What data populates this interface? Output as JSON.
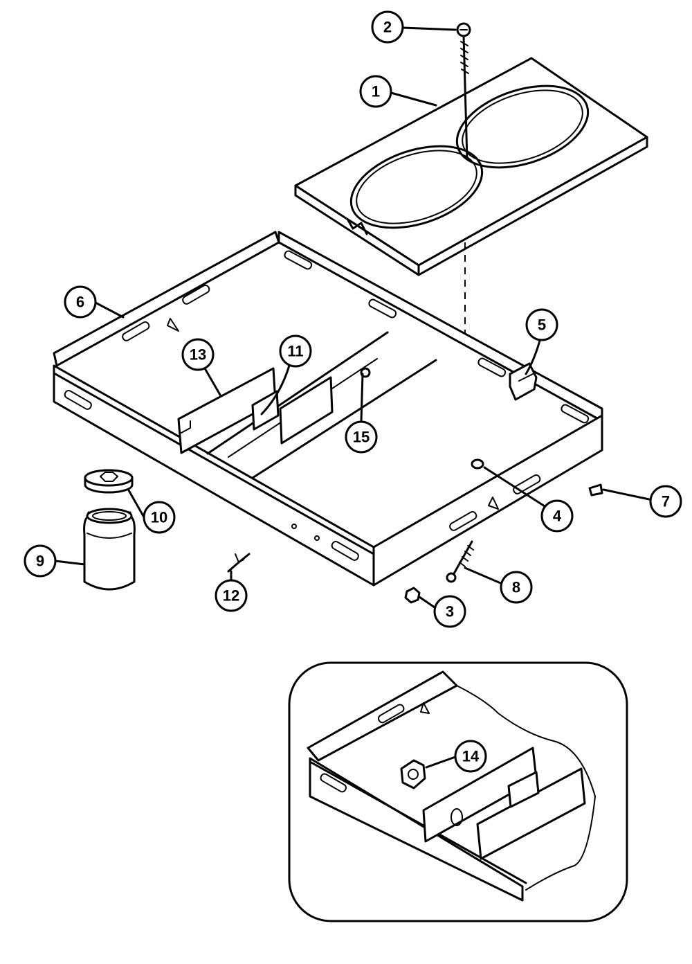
{
  "callouts": {
    "c1": "1",
    "c2": "2",
    "c3": "3",
    "c4": "4",
    "c5": "5",
    "c6": "6",
    "c7": "7",
    "c8": "8",
    "c9": "9",
    "c10": "10",
    "c11": "11",
    "c12": "12",
    "c13": "13",
    "c14": "14",
    "c15": "15"
  },
  "colors": {
    "line": "#000000",
    "background": "#ffffff"
  }
}
